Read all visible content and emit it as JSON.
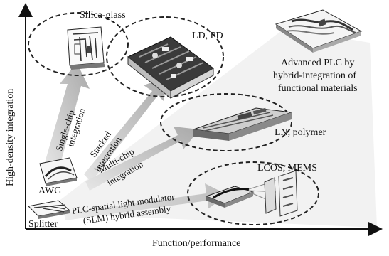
{
  "axes": {
    "x_label": "Function/performance",
    "y_label": "High-density integration"
  },
  "groups": {
    "silica_glass": "Silica-glass",
    "ld_pd": "LD, PD",
    "advanced_plc": [
      "Advanced PLC by",
      "hybrid-integration of",
      "functional materials"
    ],
    "ln_polymer": "LN, polymer",
    "lcos_mems": "LCOS, MEMS",
    "awg": "AWG",
    "splitter": "Splitter"
  },
  "arrows": {
    "single_chip": [
      "Single-chip",
      "integration"
    ],
    "stacked": [
      "Stacked",
      "integration"
    ],
    "multi_chip": [
      "Multi-chip",
      "integration"
    ],
    "plc_slm": [
      "PLC-spatial light modulator",
      "(SLM) hybrid assembly"
    ]
  },
  "colors": {
    "axis": "#111111",
    "arrow_fill": "#c8c8c8",
    "ellipse_stroke": "#222222"
  }
}
